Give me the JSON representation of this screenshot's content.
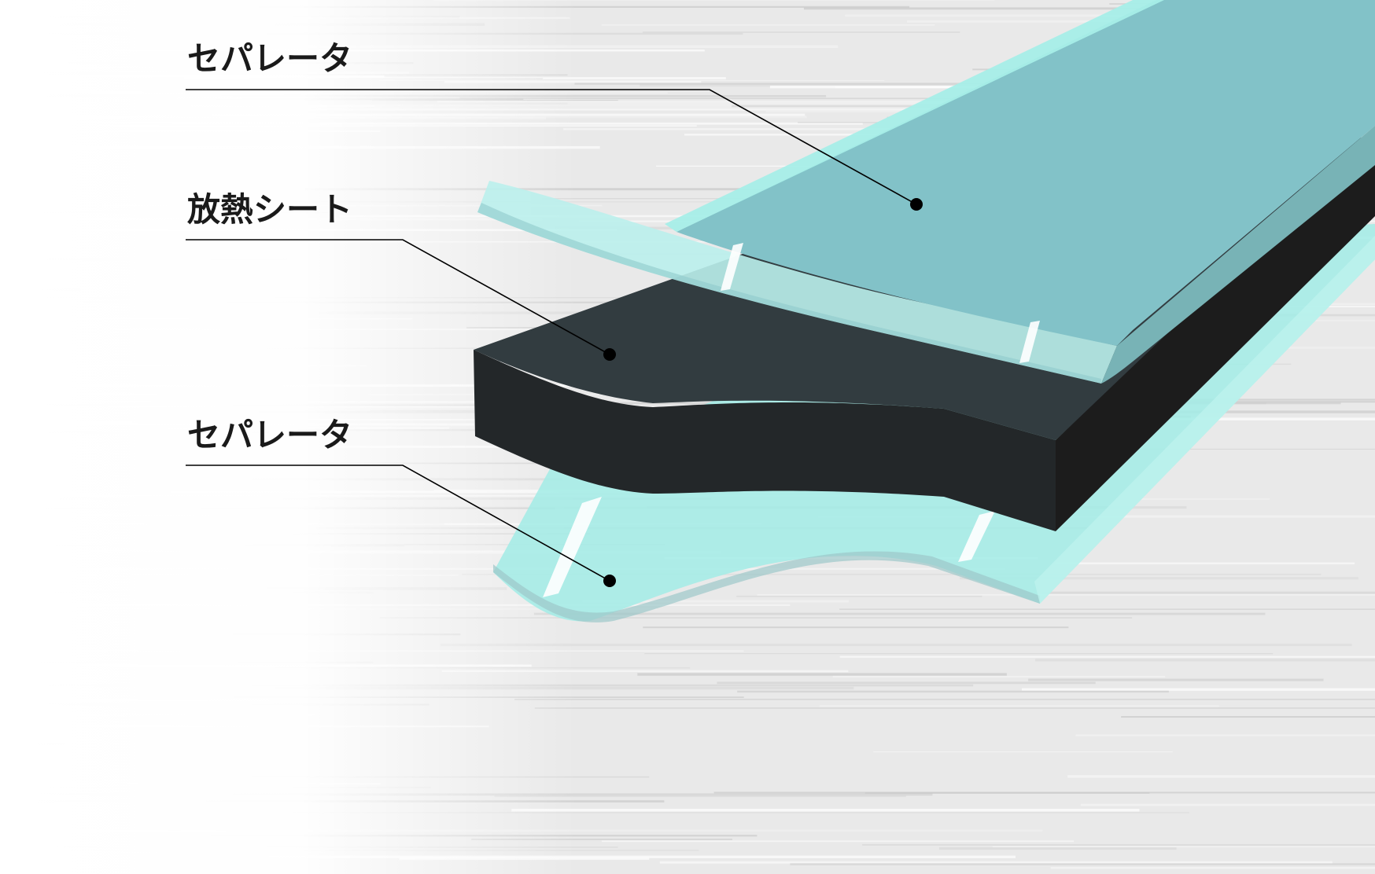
{
  "labels": {
    "top_separator": "セパレータ",
    "heat_sheet": "放熱シート",
    "bottom_separator": "セパレータ"
  },
  "colors": {
    "separator_fill": "#a6ece6",
    "separator_top_face": "#82c2c8",
    "sheet_top": "#323c40",
    "sheet_front": "#232729",
    "sheet_side": "#1c1c1c",
    "leader_line": "#000000",
    "text": "#1a1a1a"
  }
}
